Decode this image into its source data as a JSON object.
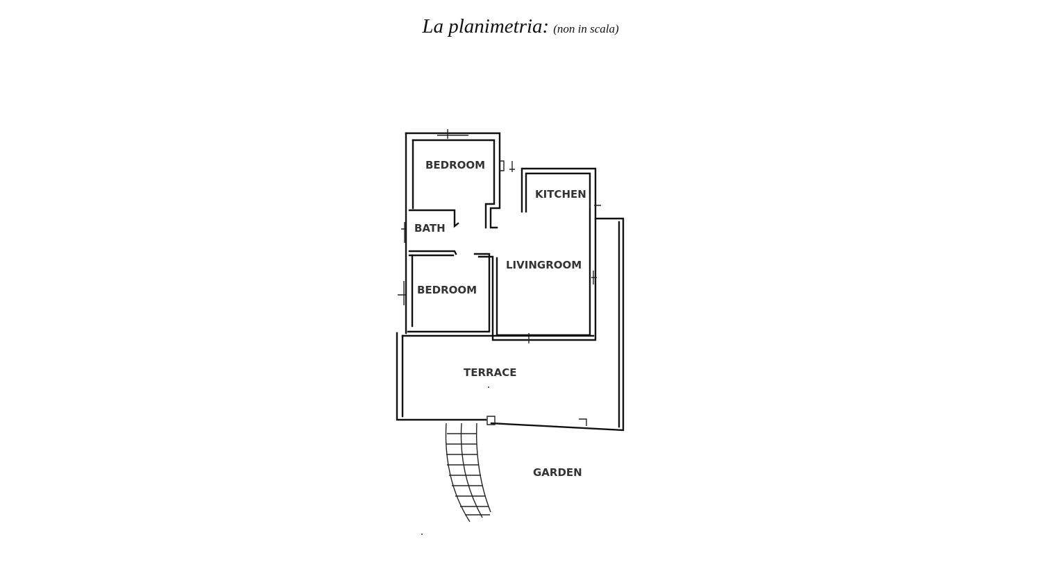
{
  "title": {
    "main": "La planimetria:",
    "note": "(non in scala)"
  },
  "rooms": {
    "bedroom_top": "BEDROOM",
    "kitchen": "KITCHEN",
    "bath": "BATH",
    "livingroom": "LIVINGROOM",
    "bedroom_bottom": "BEDROOM",
    "terrace": "TERRACE",
    "garden": "GARDEN"
  }
}
